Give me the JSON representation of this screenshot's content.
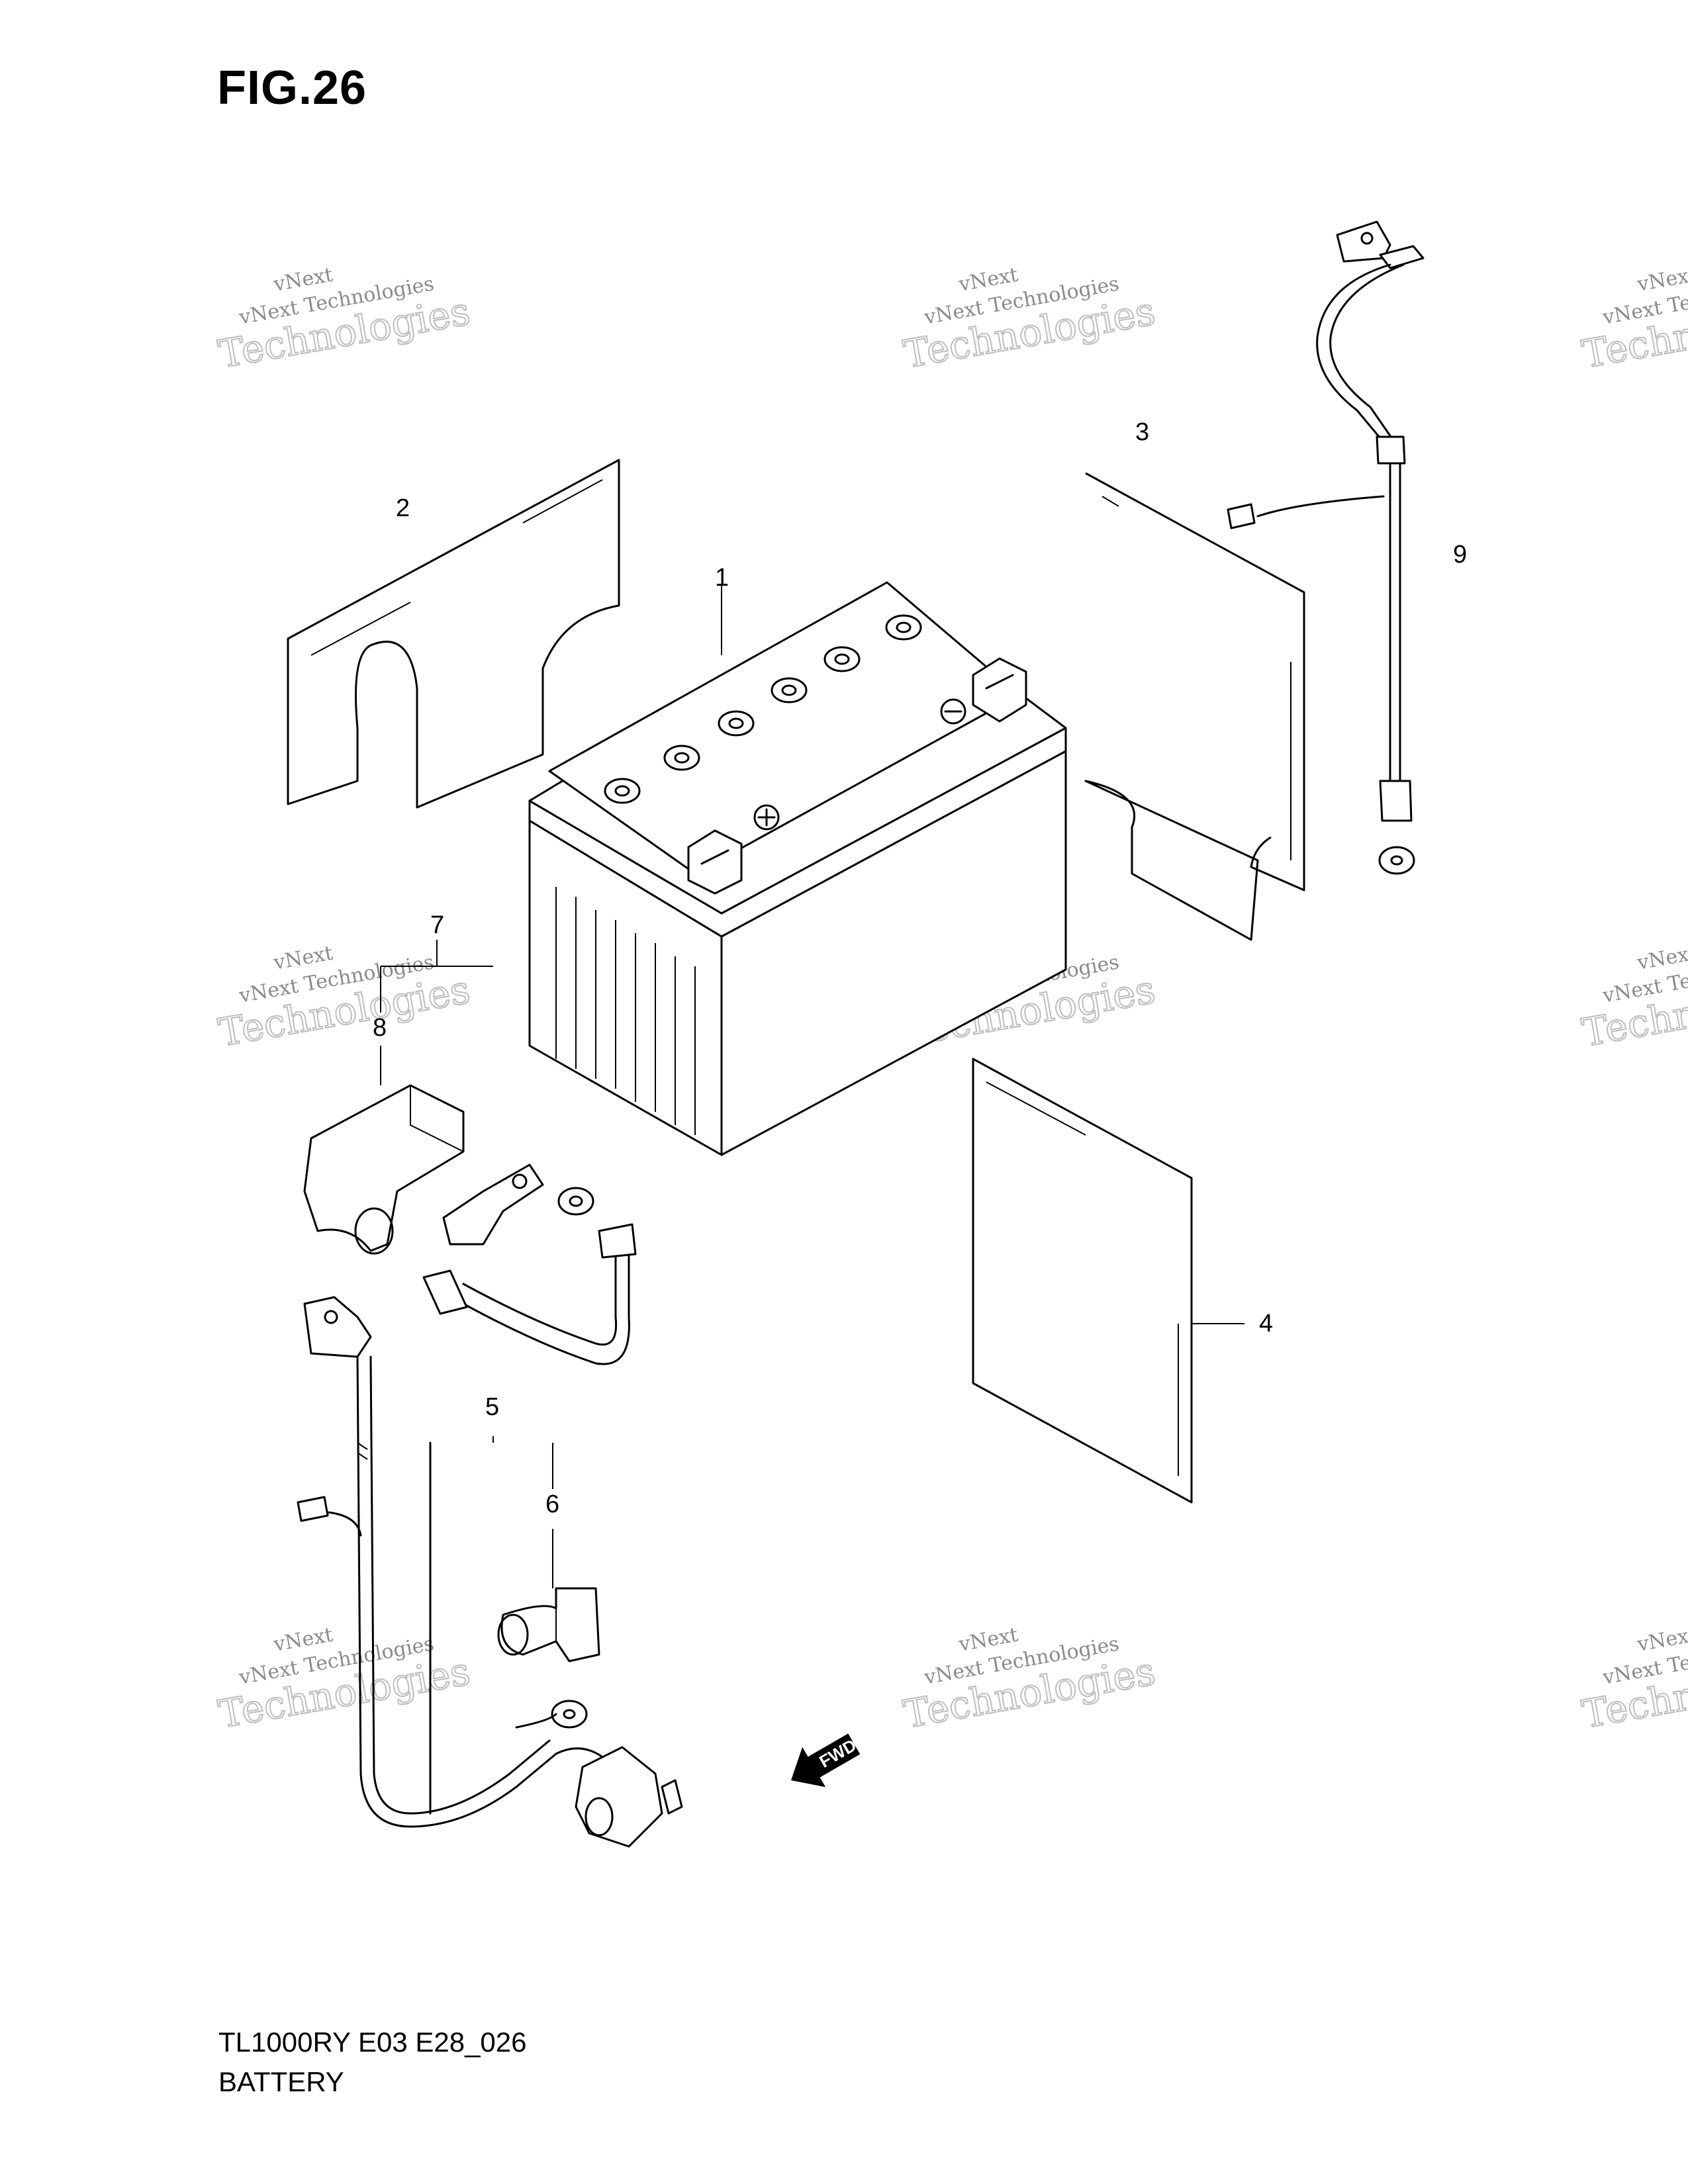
{
  "figure": {
    "title": "FIG.26"
  },
  "footer": {
    "model_code": "TL1000RY E03 E28_026",
    "group_name": "BATTERY"
  },
  "callouts": {
    "c1": "1",
    "c2": "2",
    "c3": "3",
    "c4": "4",
    "c5": "5",
    "c6": "6",
    "c7": "7",
    "c8": "8",
    "c9": "9"
  },
  "watermark": {
    "line1": "vNext",
    "line2": "vNext Technologies",
    "line3": "Technologies"
  },
  "direction_arrow": {
    "label": "FWD",
    "icon": "fwd-arrow-icon"
  }
}
